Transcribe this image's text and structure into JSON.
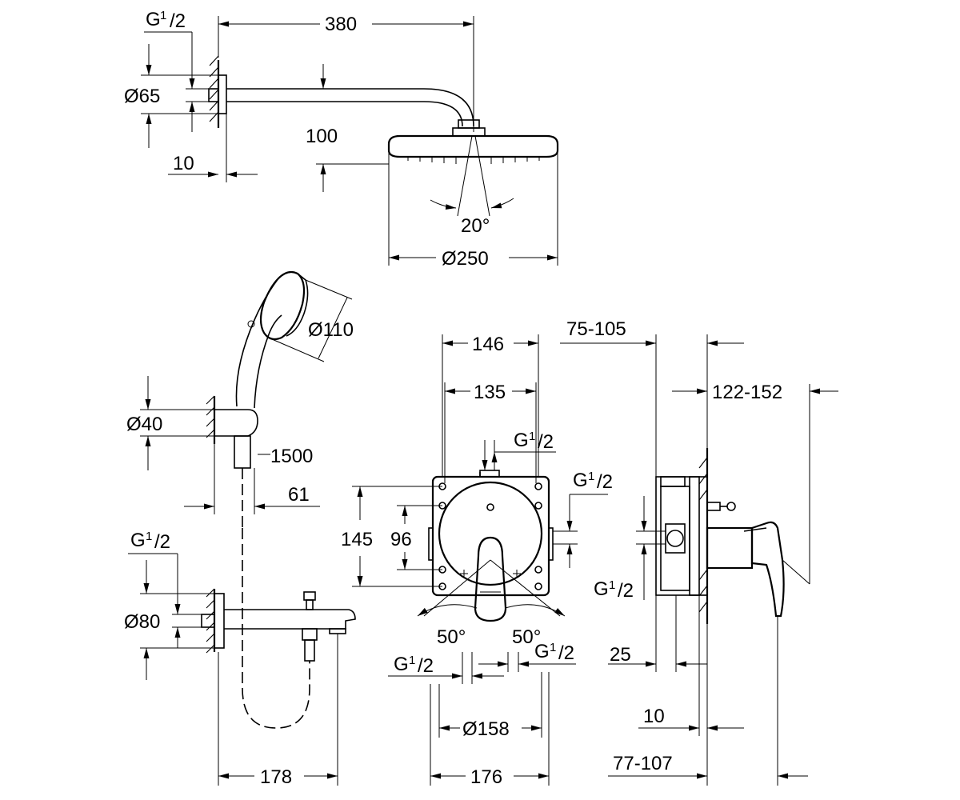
{
  "overhead_shower": {
    "width_380": "380",
    "drop_100": "100",
    "wall_10": "10",
    "flange_dia": "Ø65",
    "thread_main": "G",
    "thread_num": "1",
    "thread_den": "/2",
    "head_dia": "Ø250",
    "tilt": "20°"
  },
  "hand_shower": {
    "head_dia": "Ø110",
    "holder_dia": "Ø40",
    "hose": "1500",
    "offset": "61"
  },
  "spout": {
    "thread_main": "G",
    "thread_num": "1",
    "thread_den": "/2",
    "dia": "Ø80",
    "length": "178"
  },
  "mixer_front": {
    "w146": "146",
    "w135": "135",
    "h145": "145",
    "h96": "96",
    "angle_left": "50°",
    "angle_right": "50°",
    "rosette_dia": "Ø158",
    "w176": "176",
    "thread_top_main": "G",
    "thread_top_num": "1",
    "thread_top_den": "/2",
    "thread_bl_main": "G",
    "thread_bl_num": "1",
    "thread_bl_den": "/2",
    "thread_br_main": "G",
    "thread_br_num": "1",
    "thread_br_den": "/2"
  },
  "mixer_side": {
    "d75_105": "75-105",
    "d122_152": "122-152",
    "d25": "25",
    "d10": "10",
    "d77_107": "77-107",
    "thread_r_main": "G",
    "thread_r_num": "1",
    "thread_r_den": "/2",
    "thread_l_main": "G",
    "thread_l_num": "1",
    "thread_l_den": "/2"
  }
}
